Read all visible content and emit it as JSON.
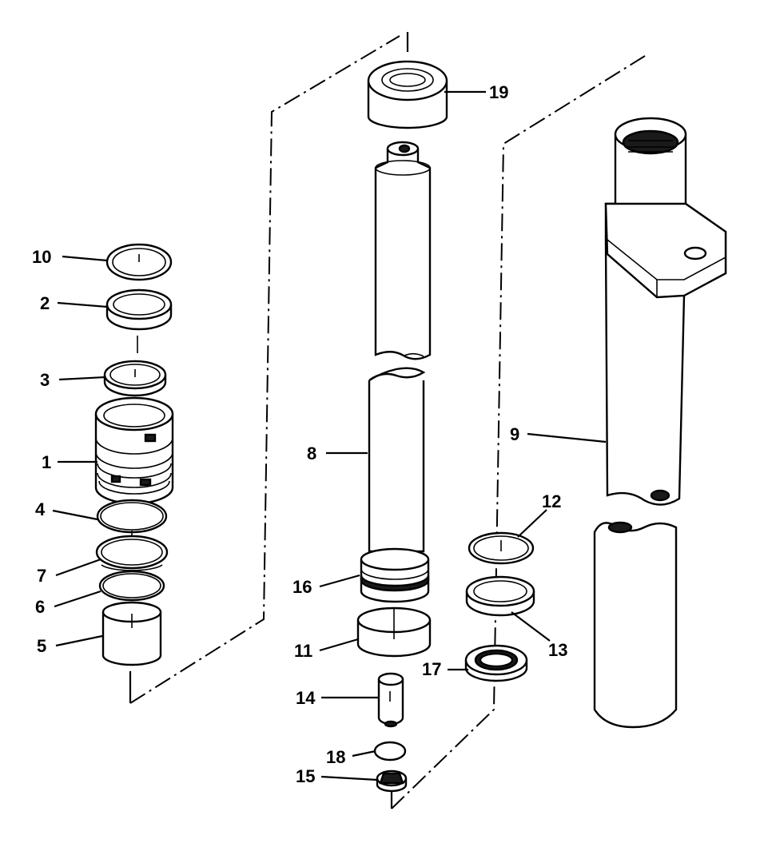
{
  "labels": {
    "p1": "1",
    "p2": "2",
    "p3": "3",
    "p4": "4",
    "p5": "5",
    "p6": "6",
    "p7": "7",
    "p8": "8",
    "p9": "9",
    "p10": "10",
    "p11": "11",
    "p12": "12",
    "p13": "13",
    "p14": "14",
    "p15": "15",
    "p16": "16",
    "p17": "17",
    "p18": "18",
    "p19": "19"
  }
}
